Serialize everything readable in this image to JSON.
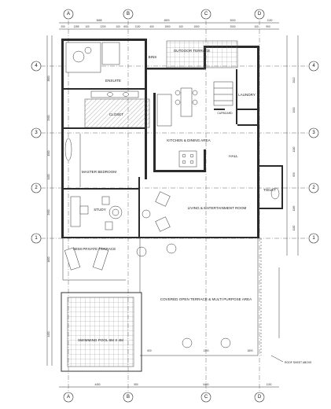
{
  "grid": {
    "columns": [
      "A",
      "B",
      "C",
      "D"
    ],
    "rows": [
      "4",
      "3",
      "2",
      "1"
    ]
  },
  "rooms": {
    "outdoor_terrace": "OUTDOOR TERRACE",
    "bins": "BINS",
    "ensuite": "ENSUITE",
    "closet": "CLOSET",
    "laundry": "LAUNDRY",
    "cupboard": "CUPBOARD",
    "kitchen": "KITCHEN & DINING AREA",
    "hall": "HALL",
    "master_bedroom": "MASTER BEDROOM",
    "toilet": "TOILET",
    "study": "STUDY",
    "living": "LIVING & ENTERTAINMENT ROOM",
    "semi_private_terrace": "SEMI PRIVATE TERRACE",
    "covered_terrace": "COVERED OPEN TERRACE & MULTI PURPOSE AREA",
    "pool": "SWIMMING POOL 6M X 4M"
  },
  "notes": {
    "roof_sheet": "ROOF SHEET ABOVE"
  },
  "dimensions": {
    "top_row1": [
      "3685",
      "4800",
      "3000",
      "1100"
    ],
    "top_row2": [
      "200",
      "1285",
      "100",
      "2200",
      "100",
      "600",
      "1100",
      "400",
      "1500",
      "100",
      "1500",
      "2000",
      "100",
      "900"
    ],
    "bottom": [
      "4450",
      "550",
      "6450",
      "1100"
    ],
    "bottom_inner": [
      "600",
      "1300",
      "1800"
    ],
    "right": [
      "2010",
      "1900",
      "1100",
      "650",
      "1165",
      "1100"
    ],
    "left": [
      "3800",
      "2900",
      "1500",
      "1400",
      "2900",
      "1600",
      "4450"
    ]
  }
}
